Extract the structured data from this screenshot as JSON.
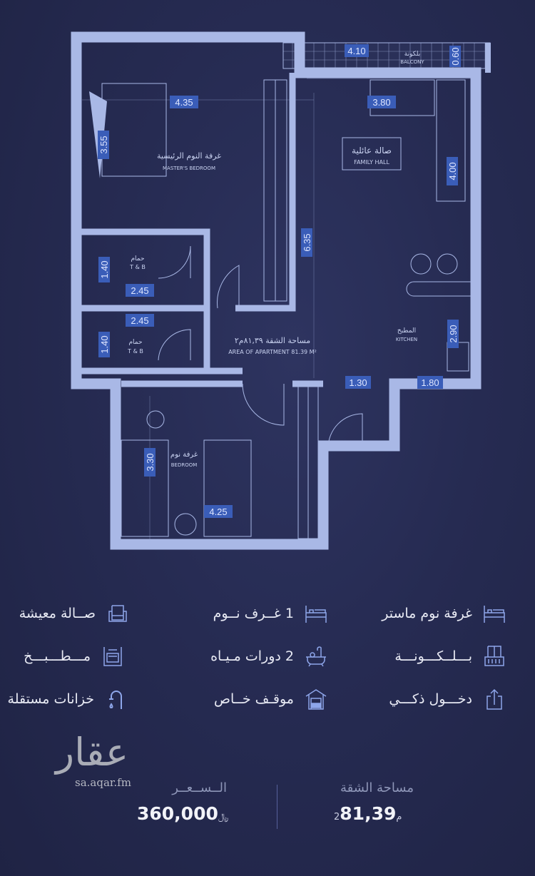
{
  "colors": {
    "background": "#262b52",
    "wall": "#a9b8e6",
    "dimension_box": "#3a5db8",
    "text": "#e8eaf4"
  },
  "plan": {
    "rooms": {
      "master_ar": "غرفة النوم الرئيسية",
      "master_en": "MASTER'S BEDROOM",
      "family_ar": "صالة عائلية",
      "family_en": "FAMILY HALL",
      "bath1_ar": "حمام",
      "bath1_en": "T & B",
      "bath2_ar": "حمام",
      "bath2_en": "T & B",
      "kitchen_ar": "المطبخ",
      "kitchen_en": "KITCHEN",
      "bedroom_ar": "غرفة نوم",
      "bedroom_en": "BEDROOM",
      "balcony_ar": "بلكونة",
      "balcony_en": "BALCONY",
      "area_ar": "مساحة الشقة ٨١,٣٩م٢",
      "area_en": "AREA OF APARTMENT 81.39 M²"
    },
    "dimensions": {
      "balcony_w": "4.10",
      "balcony_d": "0.60",
      "master_w": "4.35",
      "master_h": "3.55",
      "hall_w": "3.80",
      "hall_h": "4.00",
      "corridor": "6.35",
      "bath1_h": "1.40",
      "bath1_w": "2.45",
      "bath2_w": "2.45",
      "bath2_h": "1.40",
      "kitchen_h": "2.90",
      "entry_w": "1.30",
      "kitchen_w": "1.80",
      "bedroom_h": "3.30",
      "bedroom_w": "4.25"
    }
  },
  "features": [
    {
      "label": "غرفة نوم ماستر",
      "icon": "bed-icon"
    },
    {
      "label": "1 غــرف نــوم",
      "icon": "bed-icon"
    },
    {
      "label": "صــالة معيشة",
      "icon": "armchair-icon"
    },
    {
      "label": "بـــلــكـــونـــة",
      "icon": "balcony-icon"
    },
    {
      "label": "2 دورات مـيـاه",
      "icon": "bathtub-icon"
    },
    {
      "label": "مـــطـــبـــخ",
      "icon": "oven-icon"
    },
    {
      "label": "دخـــول ذكـــي",
      "icon": "smart-entry-icon"
    },
    {
      "label": "موقـف خــاص",
      "icon": "garage-icon"
    },
    {
      "label": "خزانات مستقلة",
      "icon": "faucet-icon"
    }
  ],
  "logo": {
    "name": "عقار",
    "url": "sa.aqar.fm"
  },
  "price": {
    "label": "الــســعــر",
    "value": "360,000",
    "currency": "﷼"
  },
  "area": {
    "label": "مساحة الشقة",
    "value": "81,39",
    "unit": "م2"
  }
}
